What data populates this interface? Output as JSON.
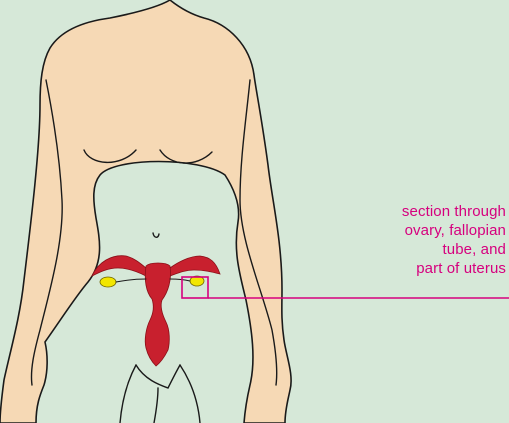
{
  "callout": {
    "lines": [
      "section through",
      "ovary, fallopian",
      "tube, and",
      "part of uterus"
    ]
  },
  "colors": {
    "background": "#d6e8d8",
    "skin": "#f6d9b5",
    "outline": "#1a1a1a",
    "uterus": "#c8202e",
    "ovary": "#f2e600",
    "callout": "#d6007e"
  }
}
